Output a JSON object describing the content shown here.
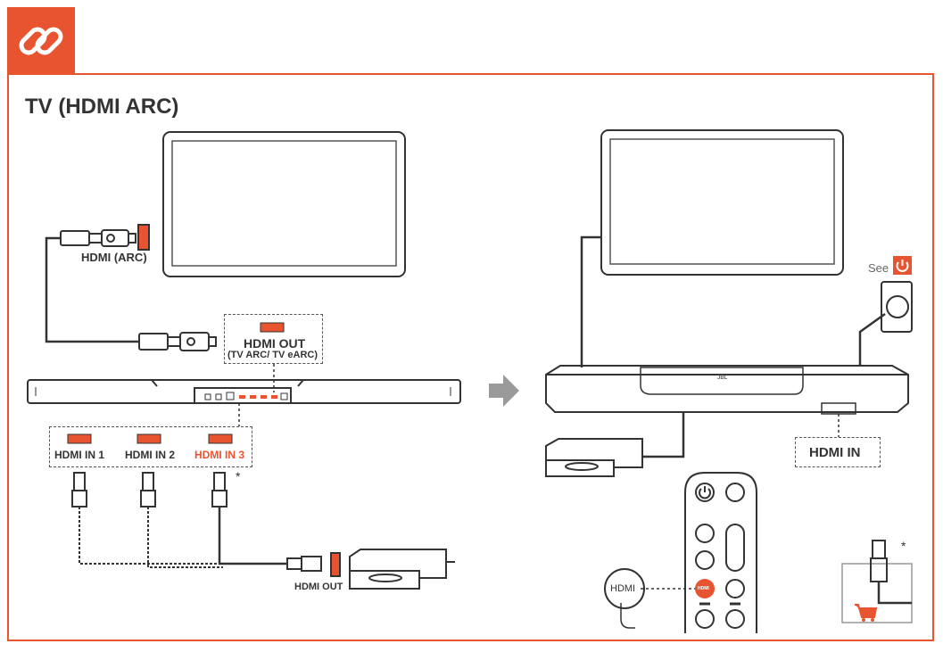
{
  "title": "TV (HDMI ARC)",
  "labels": {
    "tv_port": "HDMI (ARC)",
    "soundbar_out_line1": "HDMI OUT",
    "soundbar_out_line2": "(TV ARC/ TV eARC)",
    "hdmi_in_1": "HDMI IN 1",
    "hdmi_in_2": "HDMI IN 2",
    "hdmi_in_3": "HDMI IN 3",
    "device_out": "HDMI OUT",
    "see": "See",
    "hdmi_in_right": "HDMI IN",
    "remote_hdmi_button": "HDMI",
    "callout_hdmi": "HDMI",
    "asterisk": "*",
    "soundbar_logo": "JBL"
  },
  "icons": {
    "header": "link-icon",
    "arrow": "arrow-right-icon",
    "power": "power-icon",
    "cart": "cart-icon",
    "hand": "hand-pointer-icon"
  },
  "colors": {
    "accent": "#e8542f",
    "line": "#333333",
    "muted": "#888888"
  }
}
